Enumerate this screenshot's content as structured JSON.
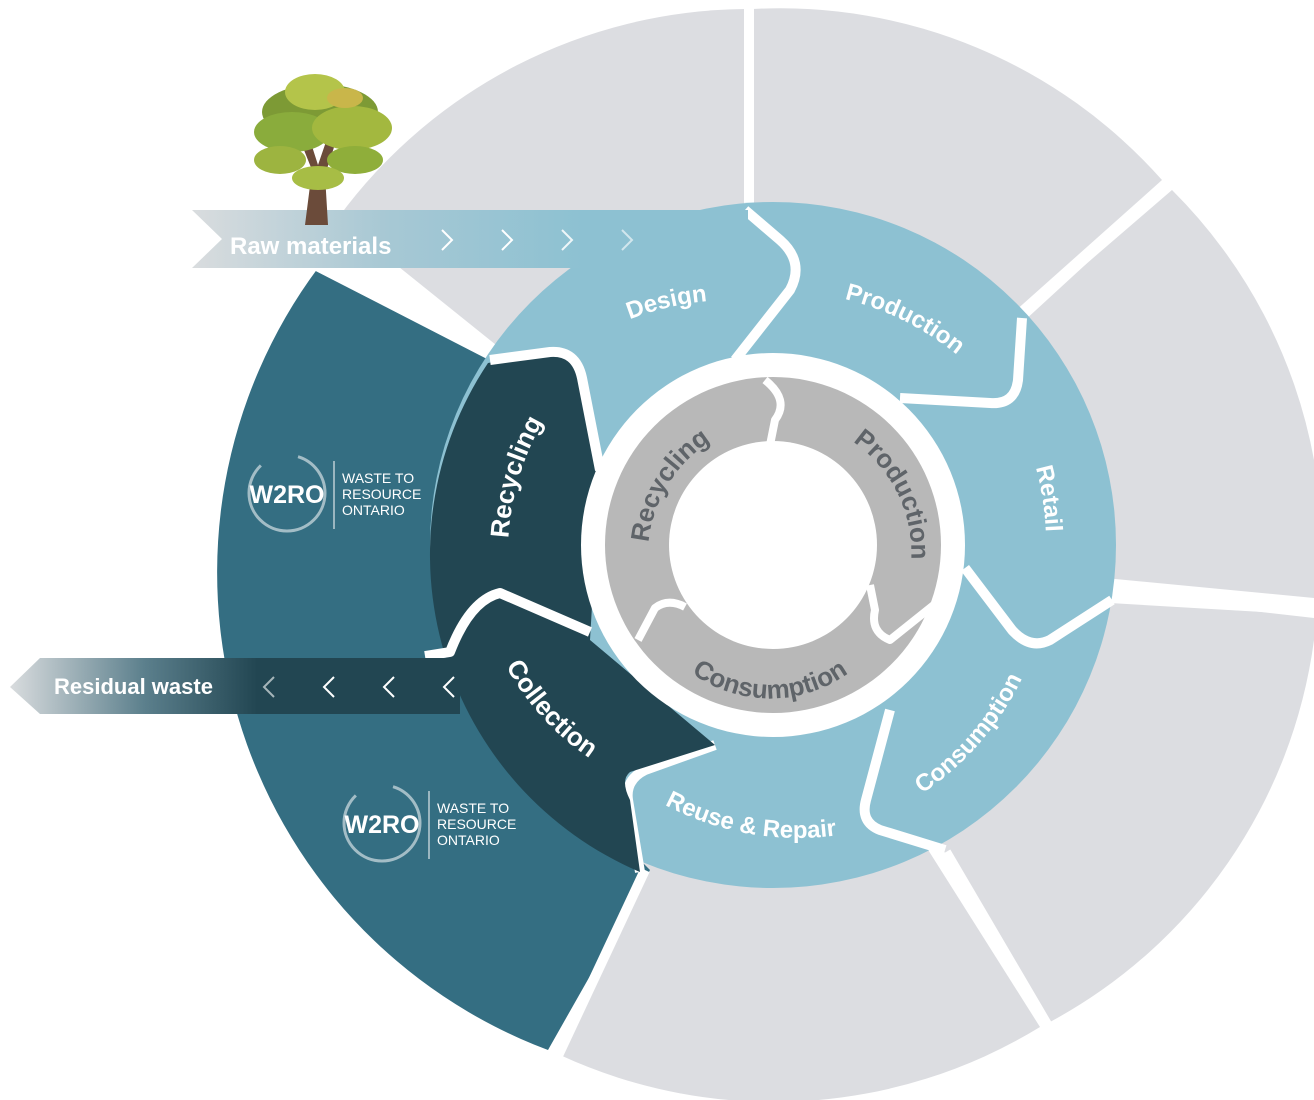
{
  "colors": {
    "outer_ring": "#dcdde1",
    "light_blue": "#8dc1d2",
    "teal": "#346e82",
    "dark_teal": "#224652",
    "inner_gray": "#b8b8b8",
    "inner_text": "#5f6469",
    "white": "#ffffff"
  },
  "segments": {
    "design": "Design",
    "production": "Production",
    "retail": "Retail",
    "consumption": "Consumption",
    "reuse_repair": "Reuse & Repair",
    "recycling": "Recycling",
    "collection": "Collection"
  },
  "inner_cycle": {
    "recycling": "Recycling",
    "production": "Production",
    "consumption": "Consumption"
  },
  "arrows": {
    "raw_materials": "Raw materials",
    "residual_waste": "Residual waste"
  },
  "logos": [
    {
      "mark": "W2RO",
      "line1": "WASTE TO",
      "line2": "RESOURCE",
      "line3": "ONTARIO"
    },
    {
      "mark": "W2RO",
      "line1": "WASTE TO",
      "line2": "RESOURCE",
      "line3": "ONTARIO"
    }
  ]
}
